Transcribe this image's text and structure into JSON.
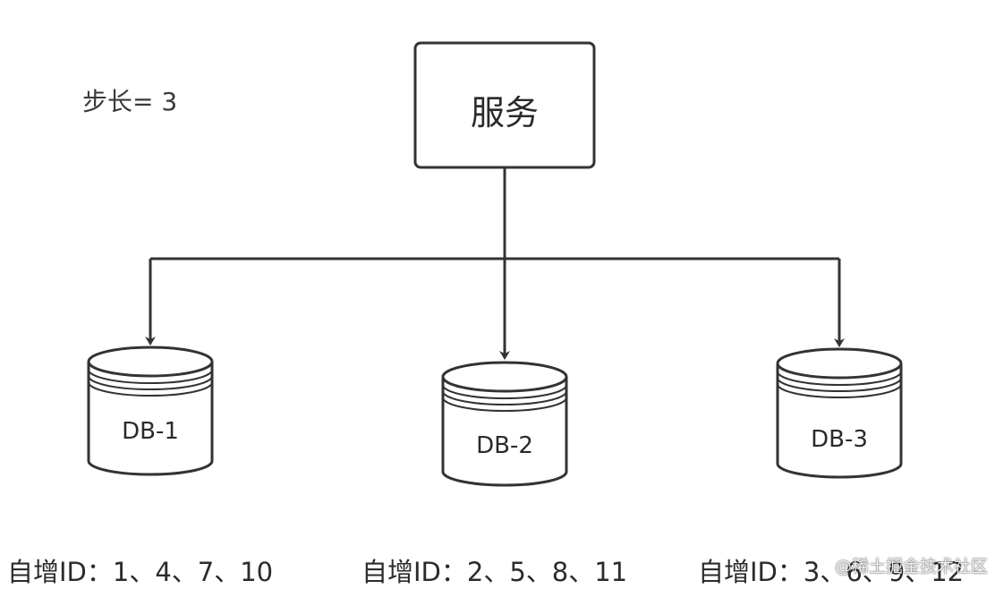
{
  "step_label": "步长= 3",
  "service": {
    "label": "服务"
  },
  "databases": [
    {
      "label": "DB-1",
      "ids_label": "自增ID：1、4、7、10"
    },
    {
      "label": "DB-2",
      "ids_label": "自增ID：2、5、8、11"
    },
    {
      "label": "DB-3",
      "ids_label": "自增ID：3、6、9、12"
    }
  ],
  "watermark": "@稀土掘金技术社区",
  "colors": {
    "stroke": "#333333",
    "background": "#ffffff",
    "text": "#333333"
  }
}
